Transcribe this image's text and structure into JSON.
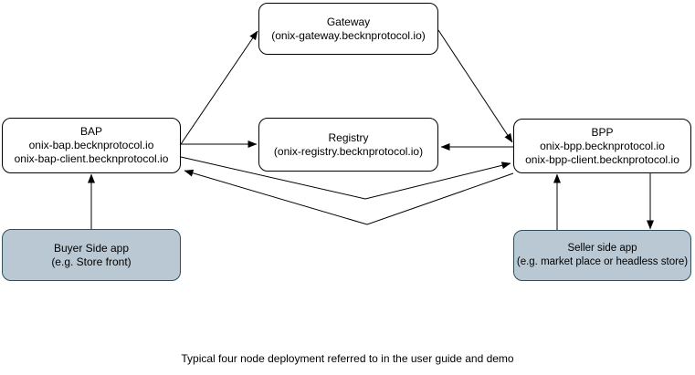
{
  "diagram": {
    "caption": "Typical four node deployment referred to in the user guide and demo",
    "nodes": {
      "gateway": {
        "lines": [
          "Gateway",
          "(onix-gateway.becknprotocol.io)"
        ]
      },
      "bap": {
        "lines": [
          "BAP",
          "onix-bap.becknprotocol.io",
          "onix-bap-client.becknprotocol.io"
        ]
      },
      "registry": {
        "lines": [
          "Registry",
          "(onix-registry.becknprotocol.io)"
        ]
      },
      "bpp": {
        "lines": [
          "BPP",
          "onix-bpp.becknprotocol.io",
          "onix-bpp-client.becknprotocol.io"
        ]
      },
      "buyer_app": {
        "lines": [
          "Buyer Side app",
          "(e.g. Store front)"
        ]
      },
      "seller_app": {
        "lines": [
          "Seller side app",
          "(e.g. market place or headless store)"
        ]
      }
    },
    "edges": [
      {
        "id": "bap-to-gateway",
        "from": "bap",
        "to": "gateway",
        "arrowhead": "end"
      },
      {
        "id": "bap-to-registry",
        "from": "bap",
        "to": "registry",
        "arrowhead": "end"
      },
      {
        "id": "gateway-to-bpp",
        "from": "gateway",
        "to": "bpp",
        "arrowhead": "end"
      },
      {
        "id": "bpp-to-registry",
        "from": "bpp",
        "to": "registry",
        "arrowhead": "end"
      },
      {
        "id": "bap-to-bpp-elbow",
        "from": "bap",
        "to": "bpp",
        "arrowhead": "end"
      },
      {
        "id": "bpp-to-bap-elbow",
        "from": "bpp",
        "to": "bap",
        "arrowhead": "end"
      },
      {
        "id": "buyer-app-to-bap",
        "from": "buyer_app",
        "to": "bap",
        "arrowhead": "end"
      },
      {
        "id": "seller-app-to-bpp",
        "from": "seller_app",
        "to": "bpp",
        "arrowhead": "end"
      },
      {
        "id": "bpp-to-seller-app",
        "from": "bpp",
        "to": "seller_app",
        "arrowhead": "end"
      }
    ]
  },
  "colors": {
    "node_fill": "#ffffff",
    "node_stroke": "#000000",
    "app_fill": "#bac8d3",
    "app_stroke": "#2f4f5f",
    "arrow": "#000000",
    "bg": "#ffffff",
    "text": "#000000"
  }
}
